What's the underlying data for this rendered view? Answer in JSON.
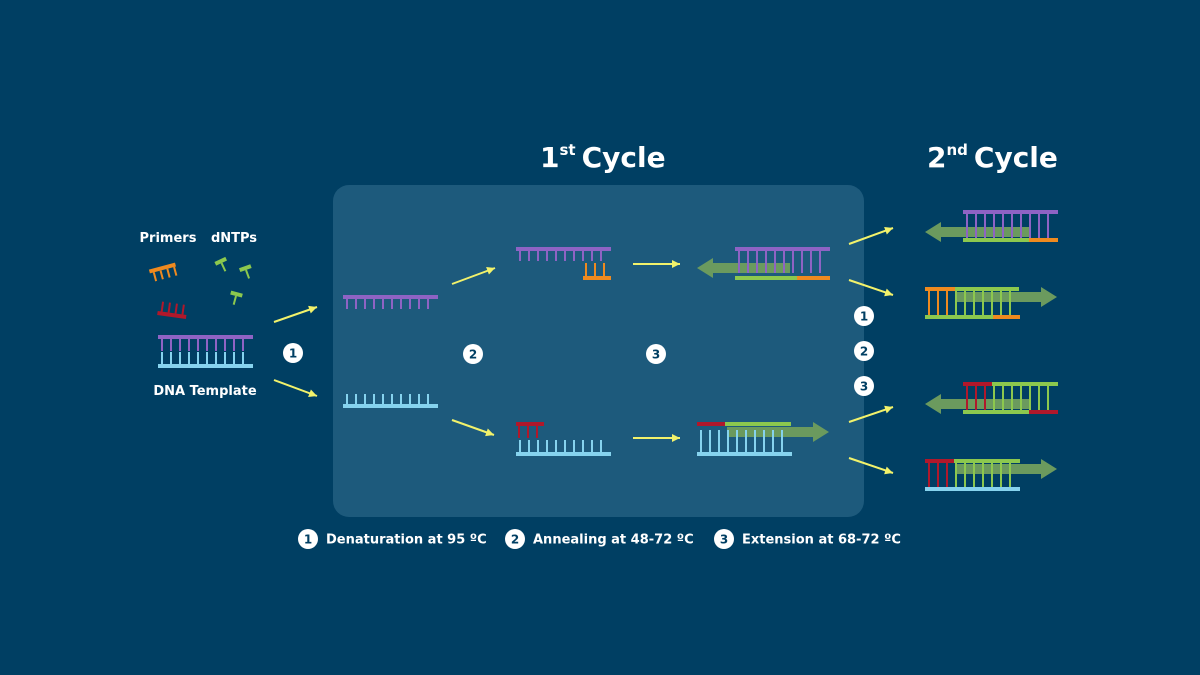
{
  "titles": {
    "cycle1_num": "1",
    "cycle1_sup": "st",
    "cycle1_word": "Cycle",
    "cycle2_num": "2",
    "cycle2_sup": "nd",
    "cycle2_word": "Cycle"
  },
  "labels": {
    "primers": "Primers",
    "dntps": "dNTPs",
    "template": "DNA Template"
  },
  "steps": [
    {
      "num": "1",
      "text": "Denaturation at 95 ºC"
    },
    {
      "num": "2",
      "text": "Annealing at 48-72 ºC"
    },
    {
      "num": "3",
      "text": "Extension at 68-72 ºC"
    }
  ],
  "colors": {
    "background": "#003f63",
    "panel": "#1d5a7c",
    "template_top": "#8e63c4",
    "template_bottom": "#86d3ee",
    "primer_forward": "#ef8a1f",
    "primer_reverse": "#b0182b",
    "new_strand": "#8cc84e",
    "arrow": "#f2f26b",
    "extension_arrow": "#6b9a5e"
  }
}
